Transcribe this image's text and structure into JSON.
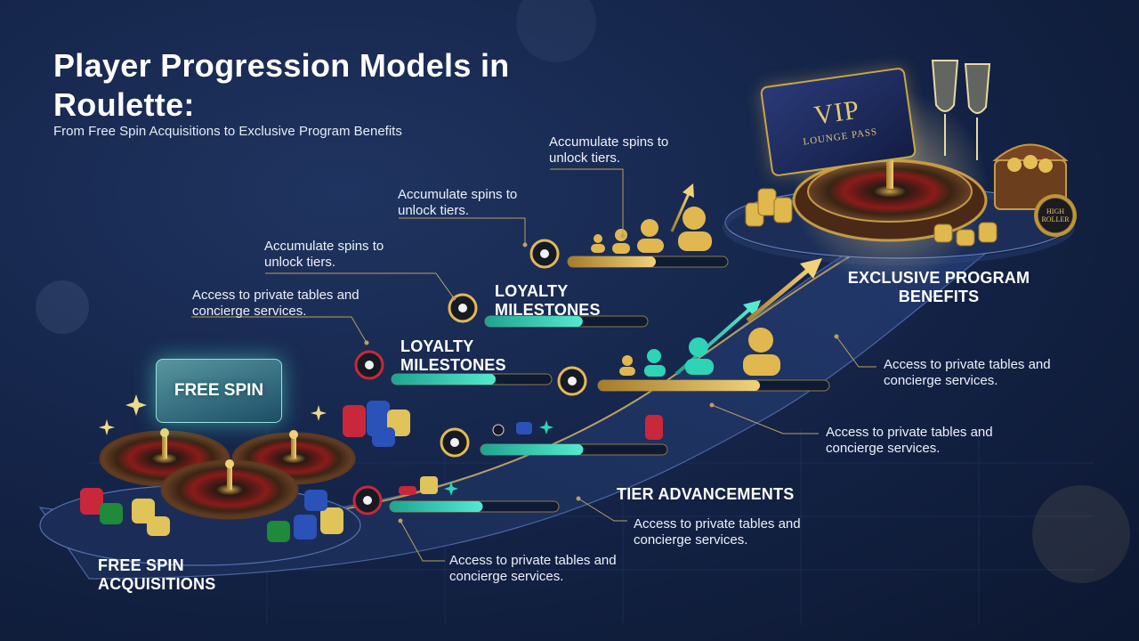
{
  "header": {
    "title": "Player Progression Models in Roulette:",
    "subtitle": "From Free Spin Acquisitions to Exclusive Program Benefits"
  },
  "stages": {
    "free_spin_card": "FREE SPIN",
    "free_spin_acquisitions": "FREE SPIN ACQUISITIONS",
    "loyalty_milestones_lower": "LOYALTY MILESTONES",
    "loyalty_milestones_upper": "LOYALTY MILESTONES",
    "tier_advancements": "TIER ADVANCEMENTS",
    "exclusive_program_benefits": "EXCLUSIVE PROGRAM BENEFITS"
  },
  "captions": {
    "accumulate_top": "Accumulate spins to unlock tiers.",
    "accumulate_middle": "Accumulate spins to unlock tiers.",
    "accumulate_lower": "Accumulate spins to unlock tiers.",
    "access_left": "Access to private tables and concierge services.",
    "access_right_upper": "Access to private tables and concierge services.",
    "access_right_middle": "Access to private tables and concierge services.",
    "access_tier": "Access to private tables and concierge services.",
    "access_bottom": "Access to private tables and concierge services."
  },
  "props": {
    "vip_text": "VIP",
    "vip_subtext": "LOUNGE PASS",
    "badge_text": "HIGH ROLLER"
  },
  "progress": {
    "bar_1": 0.55,
    "bar_2": 0.6,
    "bar_3": 0.65,
    "bar_4": 0.7,
    "bar_5": 0.55,
    "bar_6": 0.55
  },
  "colors": {
    "teal": "#2fd3b6",
    "gold": "#d9b04c",
    "background": "#15254a"
  }
}
